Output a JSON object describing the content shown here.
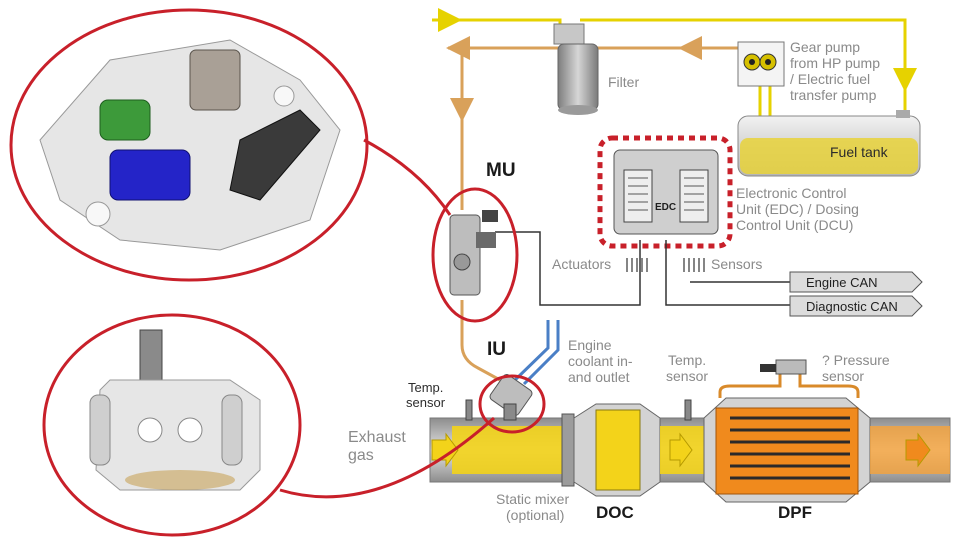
{
  "labels": {
    "filter": "Filter",
    "gear_pump_1": "Gear pump",
    "gear_pump_2": "from HP pump",
    "gear_pump_3": "/ Electric fuel",
    "gear_pump_4": "transfer pump",
    "fuel_tank": "Fuel tank",
    "mu": "MU",
    "iu": "IU",
    "edc_chip": "EDC",
    "ecu_1": "Electronic Control",
    "ecu_2": "Unit (EDC) / Dosing",
    "ecu_3": "Control Unit (DCU)",
    "actuators": "Actuators",
    "sensors": "Sensors",
    "engine_can": "Engine CAN",
    "diagnostic_can": "Diagnostic CAN",
    "coolant_1": "Engine",
    "coolant_2": "coolant in-",
    "coolant_3": "and outlet",
    "temp_sensor_left_1": "Temp.",
    "temp_sensor_left_2": "sensor",
    "temp_sensor_mid_1": "Temp.",
    "temp_sensor_mid_2": "sensor",
    "pressure_1": "? Pressure",
    "pressure_2": "sensor",
    "exhaust_1": "Exhaust",
    "exhaust_2": "gas",
    "mixer_1": "Static mixer",
    "mixer_2": "(optional)",
    "doc": "DOC",
    "dpf": "DPF"
  },
  "colors": {
    "highlight_circle": "#c8202a",
    "ecu_dashed_frame": "#c8202a",
    "fuel_line_yellow": "#e6d200",
    "return_line_tan": "#d9a15a",
    "coolant_line_blue": "#4a7fc6",
    "exhaust_yellow": "#f3d31a",
    "dpf_orange": "#f08a1d",
    "can_box": "#dcdcdc"
  }
}
